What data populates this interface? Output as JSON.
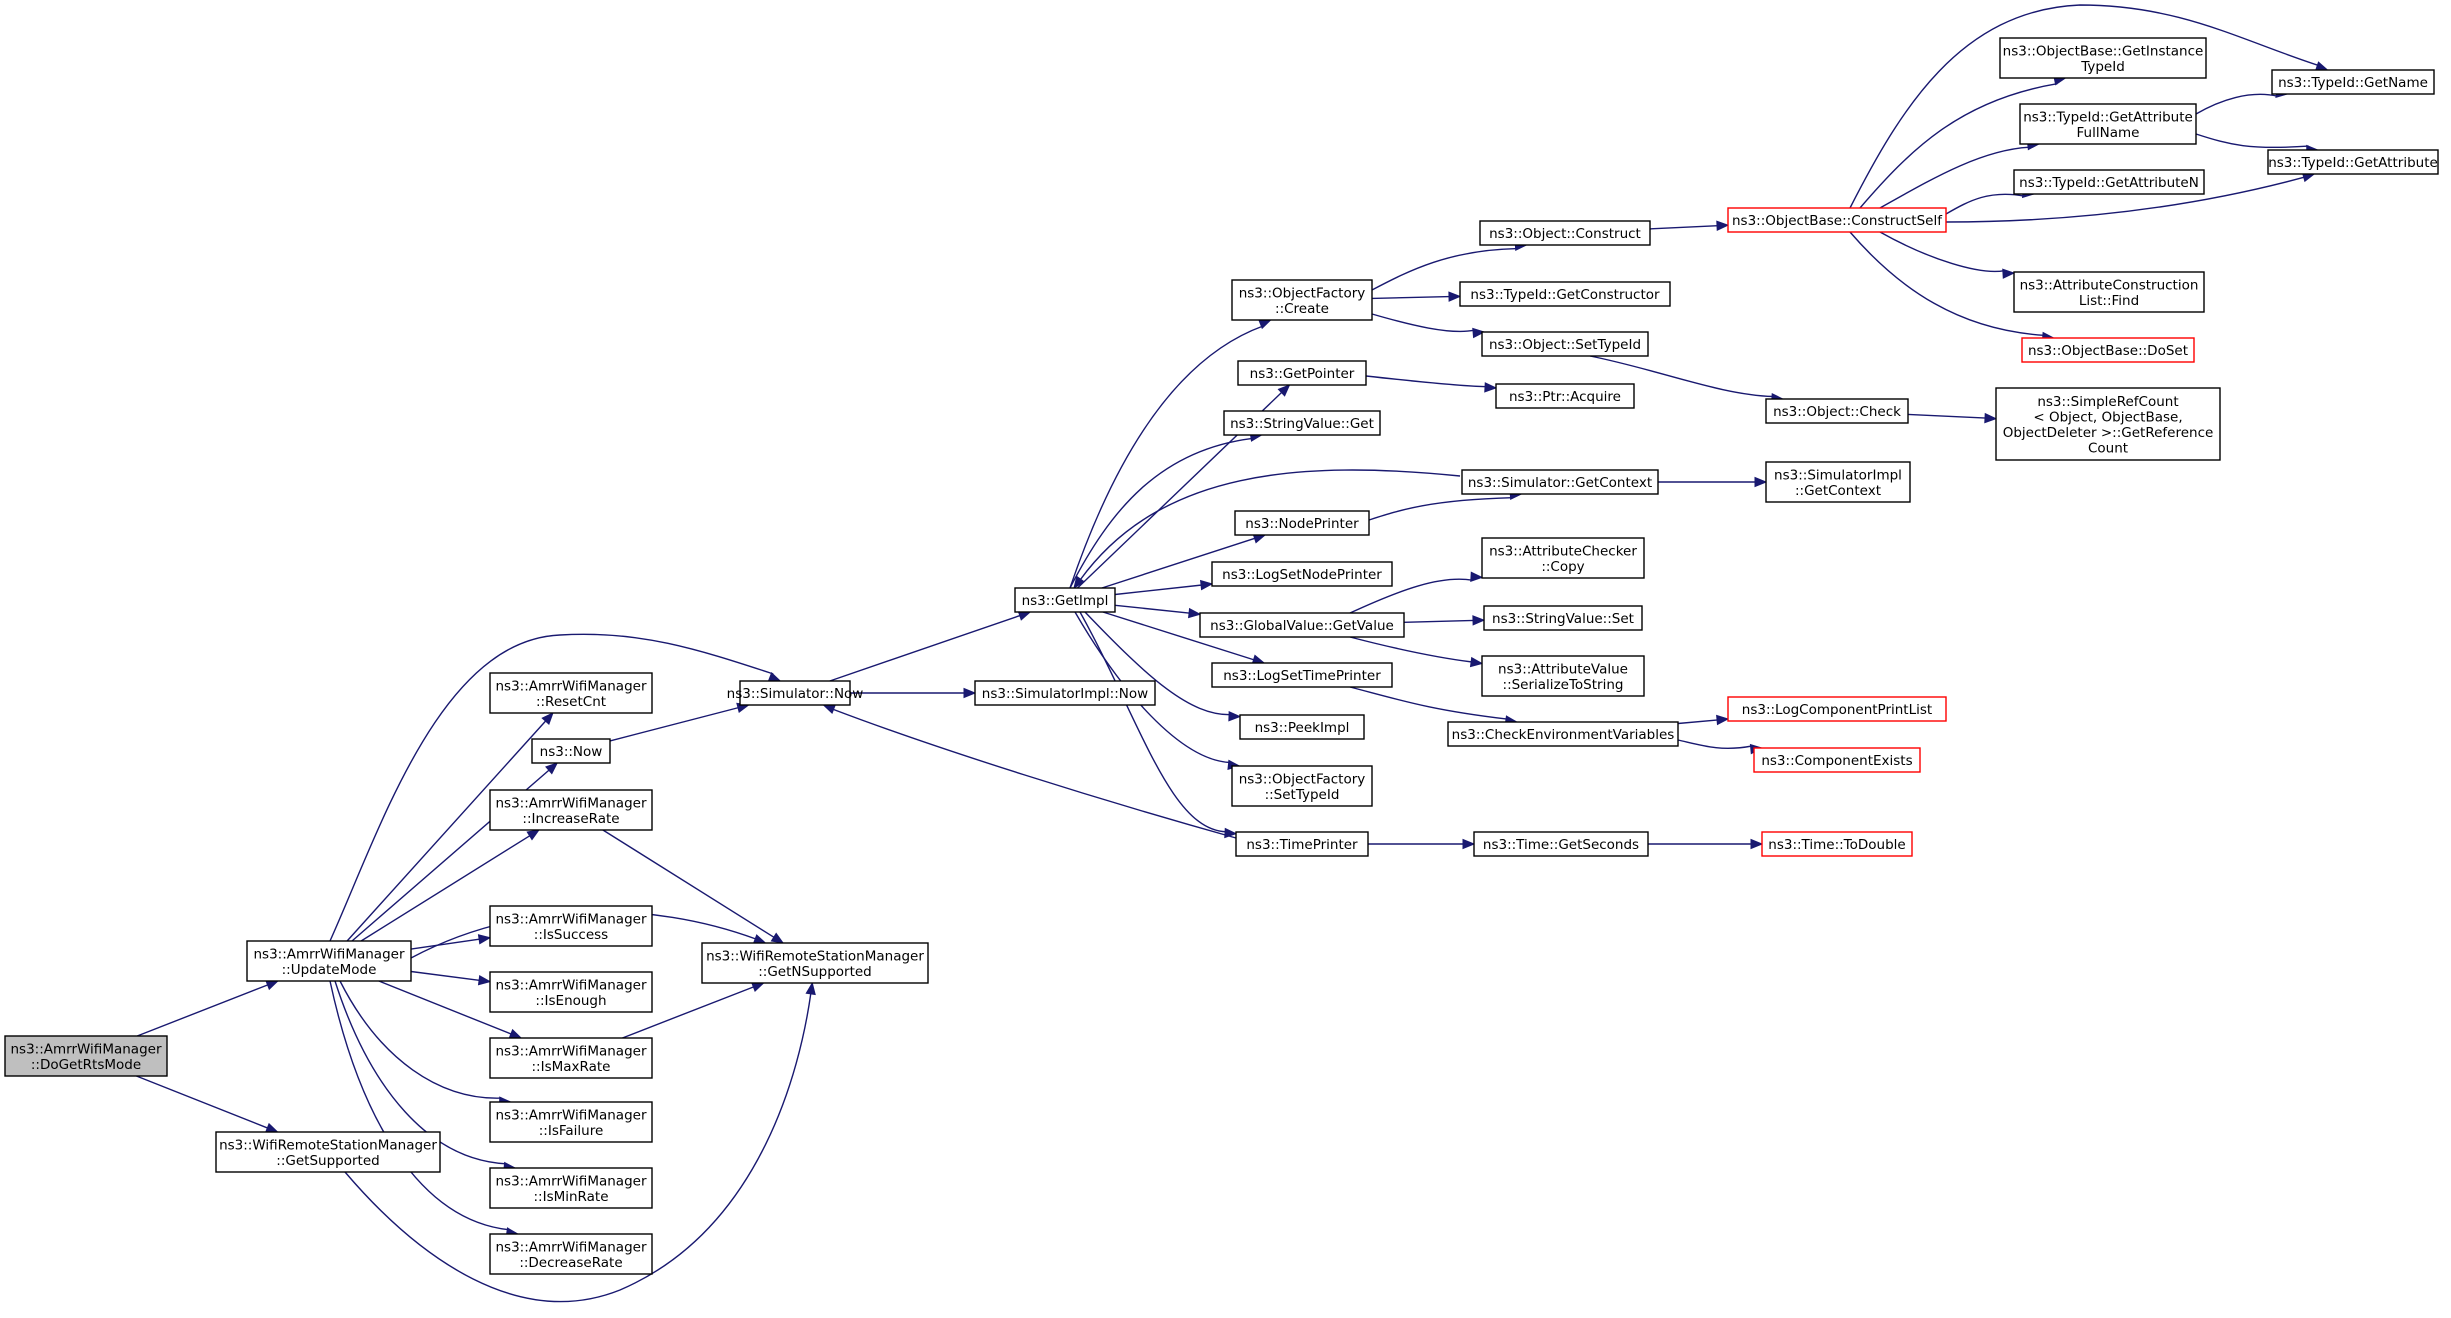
{
  "colors": {
    "edge": "#191970",
    "root_fill": "#bfbfbf",
    "highlight_border": "#ff0000"
  },
  "nodes": [
    {
      "id": "DoGetRtsMode",
      "lines": [
        "ns3::AmrrWifiManager",
        "::DoGetRtsMode"
      ],
      "style": "root"
    },
    {
      "id": "UpdateMode",
      "lines": [
        "ns3::AmrrWifiManager",
        "::UpdateMode"
      ]
    },
    {
      "id": "GetSupported",
      "lines": [
        "ns3::WifiRemoteStationManager",
        "::GetSupported"
      ]
    },
    {
      "id": "ResetCnt",
      "lines": [
        "ns3::AmrrWifiManager",
        "::ResetCnt"
      ]
    },
    {
      "id": "Now",
      "lines": [
        "ns3::Now"
      ]
    },
    {
      "id": "IncreaseRate",
      "lines": [
        "ns3::AmrrWifiManager",
        "::IncreaseRate"
      ]
    },
    {
      "id": "IsSuccess",
      "lines": [
        "ns3::AmrrWifiManager",
        "::IsSuccess"
      ]
    },
    {
      "id": "IsEnough",
      "lines": [
        "ns3::AmrrWifiManager",
        "::IsEnough"
      ]
    },
    {
      "id": "IsMaxRate",
      "lines": [
        "ns3::AmrrWifiManager",
        "::IsMaxRate"
      ]
    },
    {
      "id": "IsFailure",
      "lines": [
        "ns3::AmrrWifiManager",
        "::IsFailure"
      ]
    },
    {
      "id": "IsMinRate",
      "lines": [
        "ns3::AmrrWifiManager",
        "::IsMinRate"
      ]
    },
    {
      "id": "DecreaseRate",
      "lines": [
        "ns3::AmrrWifiManager",
        "::DecreaseRate"
      ]
    },
    {
      "id": "SimulatorNow",
      "lines": [
        "ns3::Simulator::Now"
      ]
    },
    {
      "id": "GetNSupported",
      "lines": [
        "ns3::WifiRemoteStationManager",
        "::GetNSupported"
      ]
    },
    {
      "id": "SimulatorImplNow",
      "lines": [
        "ns3::SimulatorImpl::Now"
      ]
    },
    {
      "id": "GetImpl",
      "lines": [
        "ns3::GetImpl"
      ]
    },
    {
      "id": "ObjectFactoryCreate",
      "lines": [
        "ns3::ObjectFactory",
        "::Create"
      ]
    },
    {
      "id": "GetPointer",
      "lines": [
        "ns3::GetPointer"
      ]
    },
    {
      "id": "StringValueGet",
      "lines": [
        "ns3::StringValue::Get"
      ]
    },
    {
      "id": "NodePrinter",
      "lines": [
        "ns3::NodePrinter"
      ]
    },
    {
      "id": "LogSetNodePrinter",
      "lines": [
        "ns3::LogSetNodePrinter"
      ]
    },
    {
      "id": "GlobalValueGetValue",
      "lines": [
        "ns3::GlobalValue::GetValue"
      ]
    },
    {
      "id": "LogSetTimePrinter",
      "lines": [
        "ns3::LogSetTimePrinter"
      ]
    },
    {
      "id": "PeekImpl",
      "lines": [
        "ns3::PeekImpl"
      ]
    },
    {
      "id": "ObjectFactorySetTypeId",
      "lines": [
        "ns3::ObjectFactory",
        "::SetTypeId"
      ]
    },
    {
      "id": "TimePrinter",
      "lines": [
        "ns3::TimePrinter"
      ]
    },
    {
      "id": "ObjectConstruct",
      "lines": [
        "ns3::Object::Construct"
      ]
    },
    {
      "id": "TypeIdGetConstructor",
      "lines": [
        "ns3::TypeId::GetConstructor"
      ]
    },
    {
      "id": "ObjectSetTypeId",
      "lines": [
        "ns3::Object::SetTypeId"
      ]
    },
    {
      "id": "PtrAcquire",
      "lines": [
        "ns3::Ptr::Acquire"
      ]
    },
    {
      "id": "SimulatorGetContext",
      "lines": [
        "ns3::Simulator::GetContext"
      ]
    },
    {
      "id": "AttributeCheckerCopy",
      "lines": [
        "ns3::AttributeChecker",
        "::Copy"
      ]
    },
    {
      "id": "StringValueSet",
      "lines": [
        "ns3::StringValue::Set"
      ]
    },
    {
      "id": "AttributeValueSerializeToString",
      "lines": [
        "ns3::AttributeValue",
        "::SerializeToString"
      ]
    },
    {
      "id": "CheckEnvironmentVariables",
      "lines": [
        "ns3::CheckEnvironmentVariables"
      ]
    },
    {
      "id": "TimeGetSeconds",
      "lines": [
        "ns3::Time::GetSeconds"
      ]
    },
    {
      "id": "ObjectBaseConstructSelf",
      "lines": [
        "ns3::ObjectBase::ConstructSelf"
      ],
      "style": "red"
    },
    {
      "id": "ObjectCheck",
      "lines": [
        "ns3::Object::Check"
      ]
    },
    {
      "id": "SimulatorImplGetContext",
      "lines": [
        "ns3::SimulatorImpl",
        "::GetContext"
      ]
    },
    {
      "id": "LogComponentPrintList",
      "lines": [
        "ns3::LogComponentPrintList"
      ],
      "style": "red"
    },
    {
      "id": "ComponentExists",
      "lines": [
        "ns3::ComponentExists"
      ],
      "style": "red"
    },
    {
      "id": "TimeToDouble",
      "lines": [
        "ns3::Time::ToDouble"
      ],
      "style": "red"
    },
    {
      "id": "GetInstanceTypeId",
      "lines": [
        "ns3::ObjectBase::GetInstance",
        "TypeId"
      ]
    },
    {
      "id": "GetAttributeFullName",
      "lines": [
        "ns3::TypeId::GetAttribute",
        "FullName"
      ]
    },
    {
      "id": "GetAttributeN",
      "lines": [
        "ns3::TypeId::GetAttributeN"
      ]
    },
    {
      "id": "AttributeConstructionListFind",
      "lines": [
        "ns3::AttributeConstruction",
        "List::Find"
      ]
    },
    {
      "id": "ObjectBaseDoSet",
      "lines": [
        "ns3::ObjectBase::DoSet"
      ],
      "style": "red"
    },
    {
      "id": "SimpleRefCount",
      "lines": [
        "ns3::SimpleRefCount",
        "< Object, ObjectBase,",
        "ObjectDeleter >::GetReference",
        "Count"
      ]
    },
    {
      "id": "TypeIdGetName",
      "lines": [
        "ns3::TypeId::GetName"
      ]
    },
    {
      "id": "TypeIdGetAttribute",
      "lines": [
        "ns3::TypeId::GetAttribute"
      ]
    }
  ],
  "edges": [
    [
      "DoGetRtsMode",
      "UpdateMode"
    ],
    [
      "DoGetRtsMode",
      "GetSupported"
    ],
    [
      "UpdateMode",
      "ResetCnt"
    ],
    [
      "UpdateMode",
      "Now"
    ],
    [
      "UpdateMode",
      "IncreaseRate"
    ],
    [
      "UpdateMode",
      "IsSuccess"
    ],
    [
      "UpdateMode",
      "IsEnough"
    ],
    [
      "UpdateMode",
      "IsMaxRate"
    ],
    [
      "UpdateMode",
      "IsFailure"
    ],
    [
      "UpdateMode",
      "IsMinRate"
    ],
    [
      "UpdateMode",
      "DecreaseRate"
    ],
    [
      "UpdateMode",
      "SimulatorNow"
    ],
    [
      "UpdateMode",
      "GetNSupported"
    ],
    [
      "GetSupported",
      "GetNSupported"
    ],
    [
      "Now",
      "SimulatorNow"
    ],
    [
      "IncreaseRate",
      "GetNSupported"
    ],
    [
      "IsMaxRate",
      "GetNSupported"
    ],
    [
      "SimulatorNow",
      "SimulatorImplNow"
    ],
    [
      "SimulatorNow",
      "GetImpl"
    ],
    [
      "GetImpl",
      "ObjectFactoryCreate"
    ],
    [
      "GetImpl",
      "GetPointer"
    ],
    [
      "GetImpl",
      "StringValueGet"
    ],
    [
      "GetImpl",
      "NodePrinter"
    ],
    [
      "GetImpl",
      "LogSetNodePrinter"
    ],
    [
      "GetImpl",
      "GlobalValueGetValue"
    ],
    [
      "GetImpl",
      "LogSetTimePrinter"
    ],
    [
      "GetImpl",
      "PeekImpl"
    ],
    [
      "GetImpl",
      "ObjectFactorySetTypeId"
    ],
    [
      "GetImpl",
      "TimePrinter"
    ],
    [
      "SimulatorGetContext",
      "GetImpl"
    ],
    [
      "NodePrinter",
      "SimulatorGetContext"
    ],
    [
      "TimePrinter",
      "SimulatorNow"
    ],
    [
      "TimePrinter",
      "TimeGetSeconds"
    ],
    [
      "ObjectFactoryCreate",
      "ObjectConstruct"
    ],
    [
      "ObjectFactoryCreate",
      "TypeIdGetConstructor"
    ],
    [
      "ObjectFactoryCreate",
      "ObjectSetTypeId"
    ],
    [
      "GetPointer",
      "PtrAcquire"
    ],
    [
      "GlobalValueGetValue",
      "AttributeCheckerCopy"
    ],
    [
      "GlobalValueGetValue",
      "StringValueSet"
    ],
    [
      "GlobalValueGetValue",
      "AttributeValueSerializeToString"
    ],
    [
      "LogSetTimePrinter",
      "CheckEnvironmentVariables"
    ],
    [
      "ObjectConstruct",
      "ObjectBaseConstructSelf"
    ],
    [
      "ObjectSetTypeId",
      "ObjectCheck"
    ],
    [
      "SimulatorGetContext",
      "SimulatorImplGetContext"
    ],
    [
      "CheckEnvironmentVariables",
      "LogComponentPrintList"
    ],
    [
      "CheckEnvironmentVariables",
      "ComponentExists"
    ],
    [
      "TimeGetSeconds",
      "TimeToDouble"
    ],
    [
      "ObjectBaseConstructSelf",
      "GetInstanceTypeId"
    ],
    [
      "ObjectBaseConstructSelf",
      "TypeIdGetName"
    ],
    [
      "ObjectBaseConstructSelf",
      "GetAttributeFullName"
    ],
    [
      "ObjectBaseConstructSelf",
      "GetAttributeN"
    ],
    [
      "ObjectBaseConstructSelf",
      "TypeIdGetAttribute"
    ],
    [
      "ObjectBaseConstructSelf",
      "AttributeConstructionListFind"
    ],
    [
      "ObjectBaseConstructSelf",
      "ObjectBaseDoSet"
    ],
    [
      "GetAttributeFullName",
      "TypeIdGetName"
    ],
    [
      "GetAttributeFullName",
      "TypeIdGetAttribute"
    ],
    [
      "ObjectCheck",
      "SimpleRefCount"
    ]
  ]
}
